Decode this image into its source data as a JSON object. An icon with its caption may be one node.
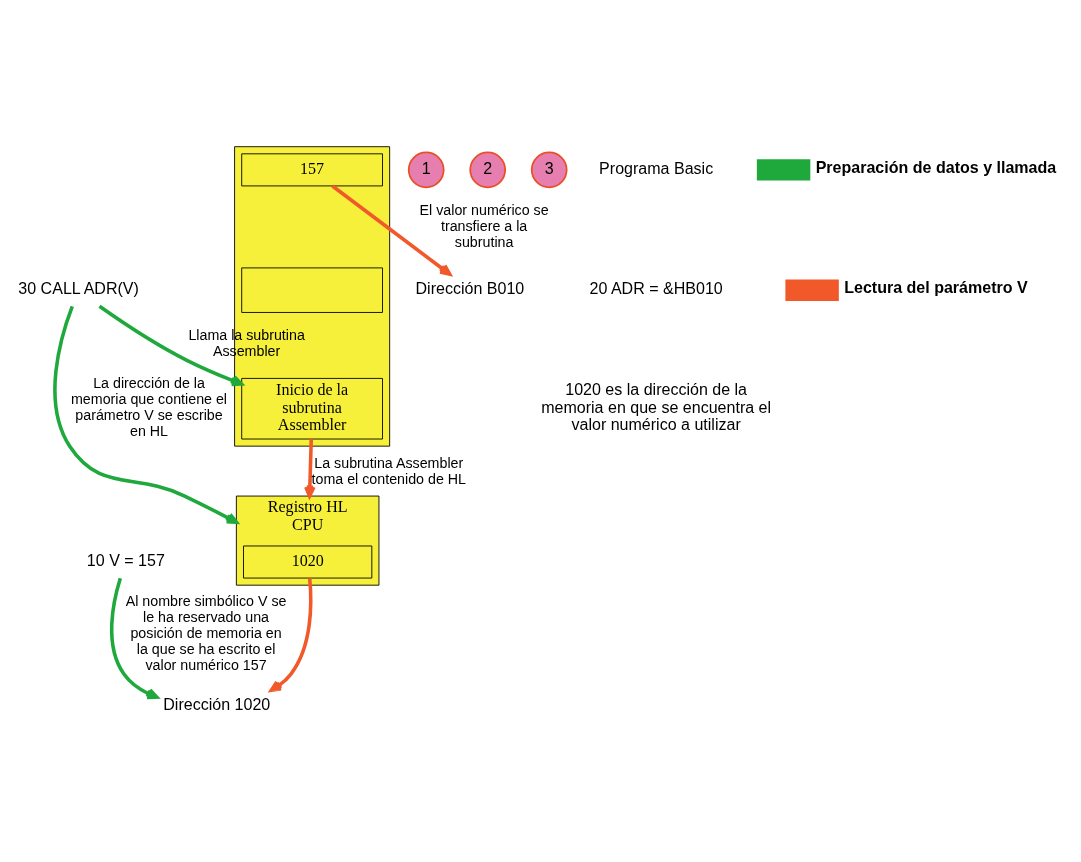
{
  "diagram": {
    "nodes": [
      {
        "text": [
          "10 V = 157"
        ]
      },
      {
        "text": [
          "30 CALL ADR(V)"
        ]
      },
      {
        "text": [],
        "shape": "box"
      },
      {
        "text": [
          "157"
        ],
        "in": 2
      },
      {
        "text": [],
        "shape": "box",
        "in": 2
      },
      {
        "text": [
          "Inicio de la subrutina Assembler"
        ],
        "in": 2
      },
      {
        "text": [
          "Dirección 1020"
        ]
      },
      {
        "text": [
          "Dirección B010"
        ]
      },
      {
        "text": [
          "Registro HL",
          "CPU"
        ]
      },
      {
        "text": [
          "1020"
        ],
        "in": 8
      },
      {
        "text": [
          "1"
        ]
      },
      {
        "text": [
          "2"
        ]
      },
      {
        "text": [
          "3"
        ]
      }
    ],
    "edges": [
      {
        "from": 0,
        "to": 6,
        "arrow": "to",
        "label": "Al nombre simbólico V se le ha reservado una posición de memoria en la que se ha escrito el valor numérico 157",
        "color": "#1fa83c"
      },
      {
        "from": 1,
        "to": 5,
        "arrow": "to",
        "label": "Llama la subrutina Assembler",
        "color": "#1fa83c"
      },
      {
        "from": 1,
        "to": 8,
        "arrow": "to",
        "label": "La dirección de la memoria que contiene el parámetro V se escribe en HL",
        "color": "#1fa83c"
      },
      {
        "from": 5,
        "to": 8,
        "arrow": "to",
        "label": "La subrutina Assembler toma el contenido de HL",
        "color": "#f2592a"
      },
      {
        "from": 9,
        "to": 6,
        "arrow": "to",
        "color": "#f2592a"
      },
      {
        "from": 3,
        "to": 7,
        "arrow": "to",
        "label": "El valor numérico se transfiere a la subrutina",
        "color": "#f2592a"
      }
    ],
    "labels": [
      "Programa Basic",
      "20 ADR = &HB010",
      "1020 es la dirección de la memoria en que se encuentra el valor numérico a utilizar"
    ],
    "legend": [
      {
        "text": "Preparación de datos y llamada",
        "color": "#1fa83c"
      },
      {
        "text": "Lectura del parámetro V",
        "color": "#f2592a"
      }
    ]
  }
}
